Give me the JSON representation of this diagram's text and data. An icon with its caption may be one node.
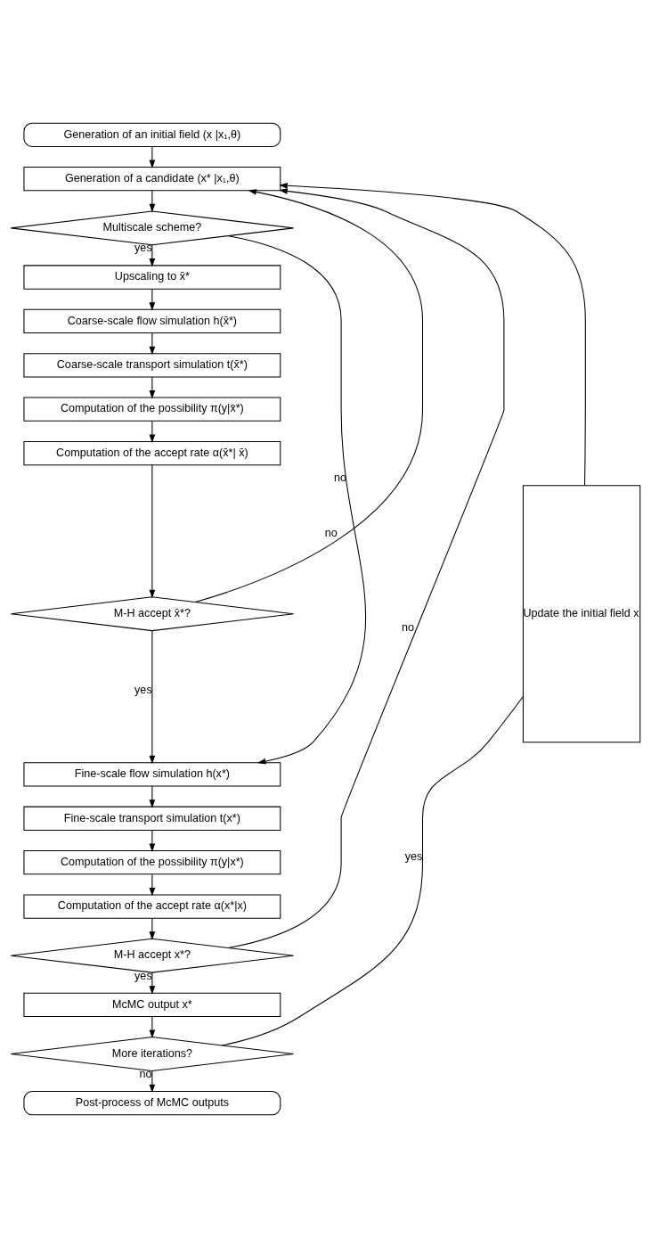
{
  "diagram": {
    "nodes": [
      {
        "text": [
          "Generation of an initial field (x |x₁,θ)"
        ]
      },
      {
        "text": [
          "Generation of a candidate (x* |x₁,θ)"
        ]
      },
      {
        "text": [
          "Multiscale scheme?"
        ]
      },
      {
        "text": [
          "Upscaling to x̄*"
        ]
      },
      {
        "text": [
          "Coarse-scale flow simulation h(x̄*)"
        ]
      },
      {
        "text": [
          "Coarse-scale transport simulation t(x̄*)"
        ]
      },
      {
        "text": [
          "Computation of the possibility π(y|x̄*)"
        ]
      },
      {
        "text": [
          "Computation of the accept rate α(x̄*| x̄)"
        ]
      },
      {
        "text": [
          "M-H accept x̄*?"
        ]
      },
      {
        "text": [
          "Fine-scale flow simulation h(x*)"
        ]
      },
      {
        "text": [
          "Fine-scale transport simulation t(x*)"
        ]
      },
      {
        "text": [
          "Computation of the possibility π(y|x*)"
        ]
      },
      {
        "text": [
          "Computation of the accept rate α(x*|x)"
        ]
      },
      {
        "text": [
          "M-H accept x*?"
        ]
      },
      {
        "text": [
          "McMC output x*"
        ]
      },
      {
        "text": [
          "More iterations?"
        ]
      },
      {
        "text": [
          "Post-process of McMC outputs"
        ]
      },
      {
        "text": [
          "Update the initial field x"
        ]
      }
    ],
    "edges": [
      {
        "from": 0,
        "to": 1,
        "arrow": "to"
      },
      {
        "from": 1,
        "to": 2,
        "arrow": "to"
      },
      {
        "from": 2,
        "to": 3,
        "arrow": "to",
        "label": "yes"
      },
      {
        "from": 2,
        "to": 9,
        "arrow": "to",
        "label": "no"
      },
      {
        "from": 3,
        "to": 4,
        "arrow": "to"
      },
      {
        "from": 4,
        "to": 5,
        "arrow": "to"
      },
      {
        "from": 5,
        "to": 6,
        "arrow": "to"
      },
      {
        "from": 6,
        "to": 7,
        "arrow": "to"
      },
      {
        "from": 7,
        "to": 8,
        "arrow": "to"
      },
      {
        "from": 8,
        "to": 1,
        "arrow": "to",
        "label": "no"
      },
      {
        "from": 8,
        "to": 9,
        "arrow": "to",
        "label": "yes"
      },
      {
        "from": 9,
        "to": 10,
        "arrow": "to"
      },
      {
        "from": 10,
        "to": 11,
        "arrow": "to"
      },
      {
        "from": 11,
        "to": 12,
        "arrow": "to"
      },
      {
        "from": 12,
        "to": 13,
        "arrow": "to"
      },
      {
        "from": 13,
        "to": 1,
        "arrow": "to",
        "label": "no"
      },
      {
        "from": 13,
        "to": 14,
        "arrow": "to",
        "label": "yes"
      },
      {
        "from": 14,
        "to": 15,
        "arrow": "to"
      },
      {
        "from": 15,
        "to": 17,
        "arrow": "none",
        "label": "yes"
      },
      {
        "from": 15,
        "to": 16,
        "arrow": "to",
        "label": "no"
      },
      {
        "from": 17,
        "to": 1,
        "arrow": "to"
      }
    ]
  }
}
